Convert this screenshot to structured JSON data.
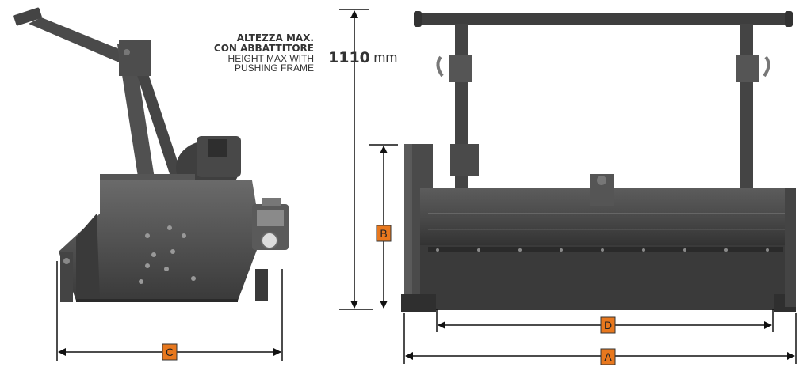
{
  "annotation": {
    "line1_it": "ALTEZZA MAX.",
    "line2_it": "CON ABBATTITORE",
    "line3_en": "HEIGHT MAX WITH",
    "line4_en": "PUSHING FRAME"
  },
  "max_height": {
    "value": "1110",
    "unit": "mm"
  },
  "dimension_labels": {
    "a": "A",
    "b": "B",
    "c": "C",
    "d": "D"
  },
  "colors": {
    "label_fill": "#e8781e",
    "label_border": "#333333",
    "machine_dark": "#3d3d3d",
    "machine_mid": "#5a5a5a",
    "machine_light": "#7a7a7a",
    "arrow": "#111111"
  }
}
